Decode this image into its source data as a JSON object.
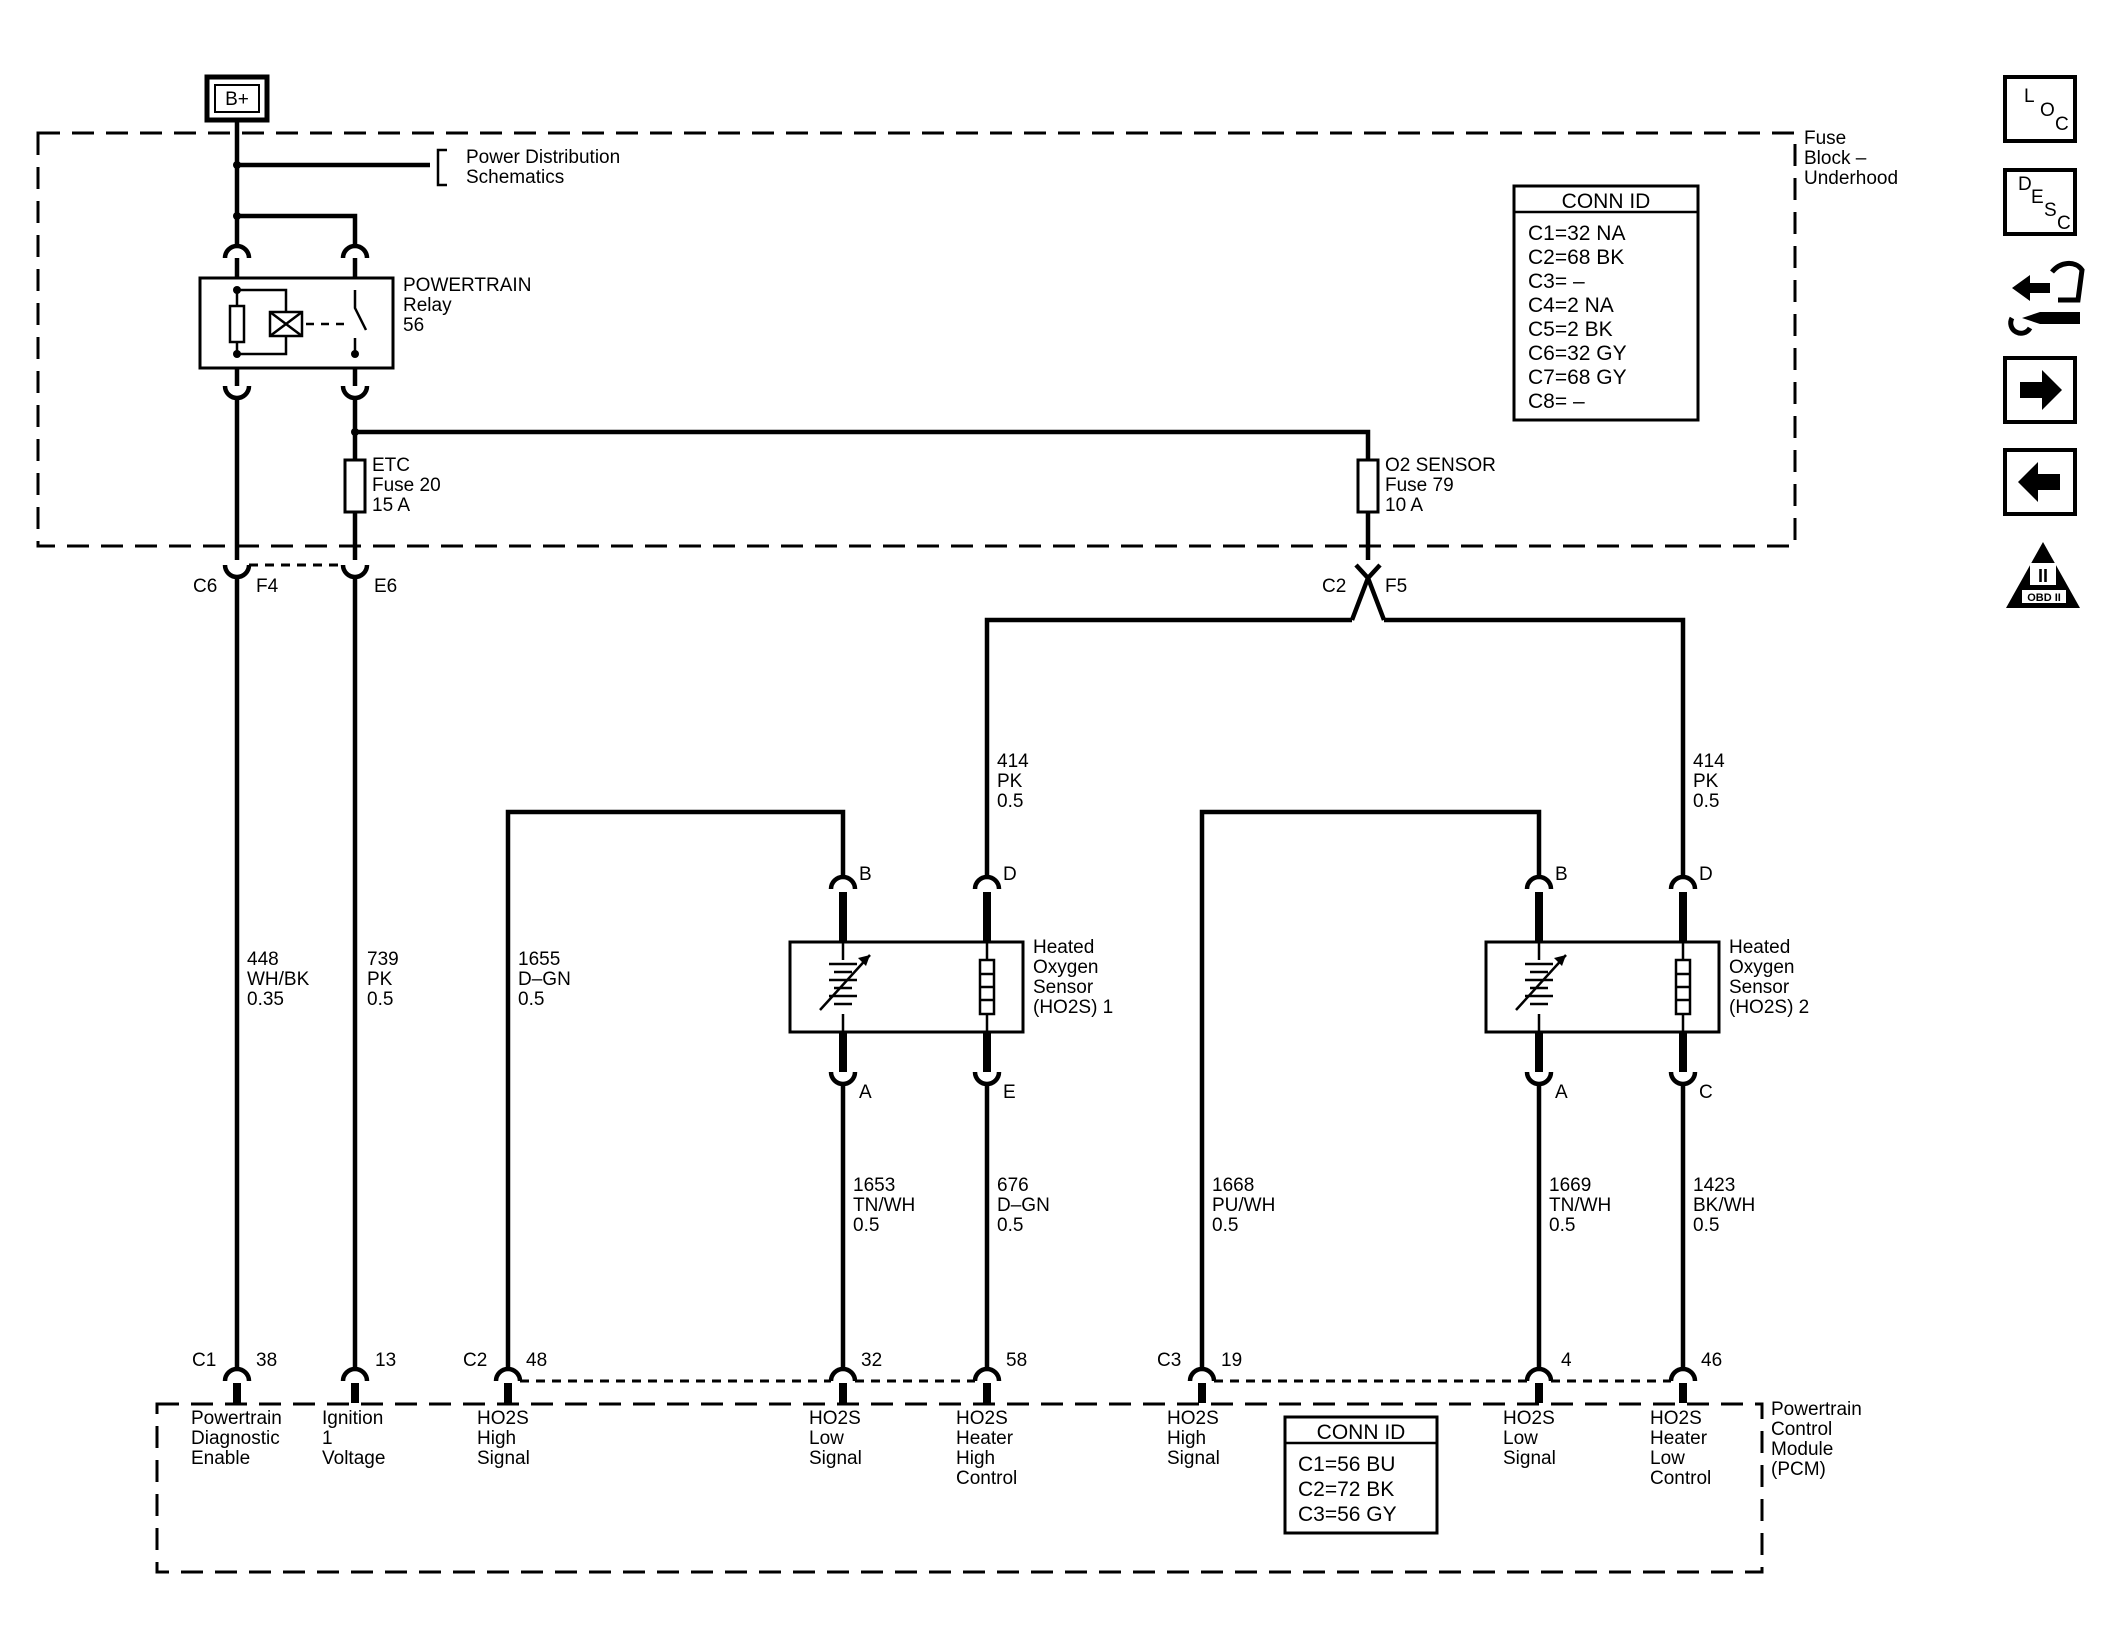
{
  "supply": {
    "label": "B+"
  },
  "fuse_block": {
    "name": [
      "Fuse",
      "Block –",
      "Underhood"
    ],
    "power_dist": [
      "Power Distribution",
      "Schematics"
    ],
    "relay": [
      "POWERTRAIN",
      "Relay",
      "56"
    ],
    "fuse_etc": [
      "ETC",
      "Fuse 20",
      "15 A"
    ],
    "fuse_o2": [
      "O2 SENSOR",
      "Fuse 79",
      "10 A"
    ],
    "conn_title": "CONN ID",
    "conn_rows": [
      "C1=32 NA",
      "C2=68 BK",
      "C3= –",
      "C4=2 NA",
      "C5=2 BK",
      "C6=32 GY",
      "C7=68 GY",
      "C8= –"
    ],
    "terminals": {
      "c6": "C6",
      "f4": "F4",
      "e6": "E6",
      "c2": "C2",
      "f5": "F5"
    }
  },
  "wires": {
    "w448": [
      "448",
      "WH/BK",
      "0.35"
    ],
    "w739": [
      "739",
      "PK",
      "0.5"
    ],
    "w1655": [
      "1655",
      "D–GN",
      "0.5"
    ],
    "w414a": [
      "414",
      "PK",
      "0.5"
    ],
    "w414b": [
      "414",
      "PK",
      "0.5"
    ],
    "w1653": [
      "1653",
      "TN/WH",
      "0.5"
    ],
    "w676": [
      "676",
      "D–GN",
      "0.5"
    ],
    "w1668": [
      "1668",
      "PU/WH",
      "0.5"
    ],
    "w1669": [
      "1669",
      "TN/WH",
      "0.5"
    ],
    "w1423": [
      "1423",
      "BK/WH",
      "0.5"
    ]
  },
  "sensors": {
    "s1": {
      "name": [
        "Heated",
        "Oxygen",
        "Sensor",
        "(HO2S) 1"
      ],
      "pins": {
        "b": "B",
        "d": "D",
        "a": "A",
        "e": "E"
      }
    },
    "s2": {
      "name": [
        "Heated",
        "Oxygen",
        "Sensor",
        "(HO2S) 2"
      ],
      "pins": {
        "b": "B",
        "d": "D",
        "a": "A",
        "c": "C"
      }
    }
  },
  "pcm": {
    "name": [
      "Powertrain",
      "Control",
      "Module",
      "(PCM)"
    ],
    "conn_title": "CONN ID",
    "conn_rows": [
      "C1=56 BU",
      "C2=72 BK",
      "C3=56 GY"
    ],
    "conn_labels": {
      "c1": "C1",
      "c2": "C2",
      "c3": "C3"
    },
    "pins": [
      "38",
      "13",
      "48",
      "32",
      "58",
      "19",
      "4",
      "46"
    ],
    "functions": {
      "f38": [
        "Powertrain",
        "Diagnostic",
        "Enable"
      ],
      "f13": [
        "Ignition",
        "1",
        "Voltage"
      ],
      "f48": [
        "HO2S",
        "High",
        "Signal"
      ],
      "f32": [
        "HO2S",
        "Low",
        "Signal"
      ],
      "f58": [
        "HO2S",
        "Heater",
        "High",
        "Control"
      ],
      "f19": [
        "HO2S",
        "High",
        "Signal"
      ],
      "f4": [
        "HO2S",
        "Low",
        "Signal"
      ],
      "f46": [
        "HO2S",
        "Heater",
        "Low",
        "Control"
      ]
    }
  },
  "nav": {
    "loc": [
      "L",
      "O",
      "C"
    ],
    "desc": [
      "D",
      "E",
      "S",
      "C"
    ],
    "obd": [
      "II",
      "OBD II"
    ],
    "icons": [
      "loc-icon",
      "desc-icon",
      "connector-hand-icon",
      "next-arrow-icon",
      "previous-arrow-icon",
      "obd-ii-icon"
    ]
  }
}
